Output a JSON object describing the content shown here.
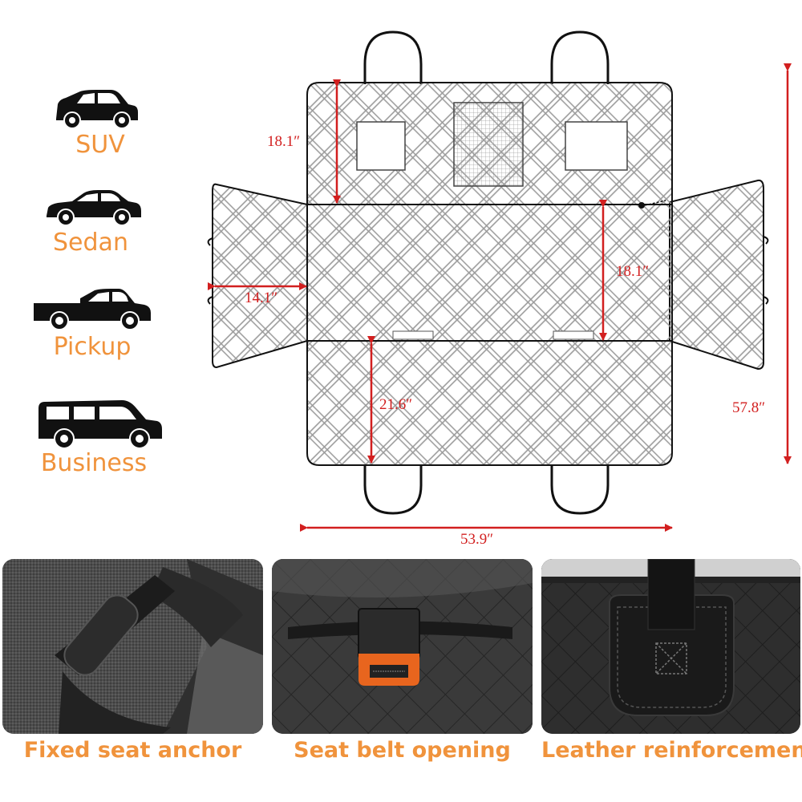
{
  "vehicles": [
    {
      "id": "suv",
      "label": "SUV",
      "icon": "suv-icon"
    },
    {
      "id": "sedan",
      "label": "Sedan",
      "icon": "sedan-icon"
    },
    {
      "id": "pickup",
      "label": "Pickup",
      "icon": "pickup-icon"
    },
    {
      "id": "business",
      "label": "Business",
      "icon": "business-van-icon"
    }
  ],
  "dimensions": {
    "backrest_window_height": "18.1″",
    "backrest_height": "18.1″",
    "side_flap_width": "14.1″",
    "seat_height": "21.6″",
    "total_length": "57.8″",
    "total_width": "53.9″"
  },
  "features": [
    {
      "id": "seat-anchor",
      "caption": "Fixed seat anchor"
    },
    {
      "id": "seat-belt",
      "caption": "Seat belt opening"
    },
    {
      "id": "leather",
      "caption": "Leather reinforcement"
    }
  ],
  "colors": {
    "accent_orange": "#f0933c",
    "dimension_red": "#d21f1f",
    "outline": "#1a1a1a"
  }
}
